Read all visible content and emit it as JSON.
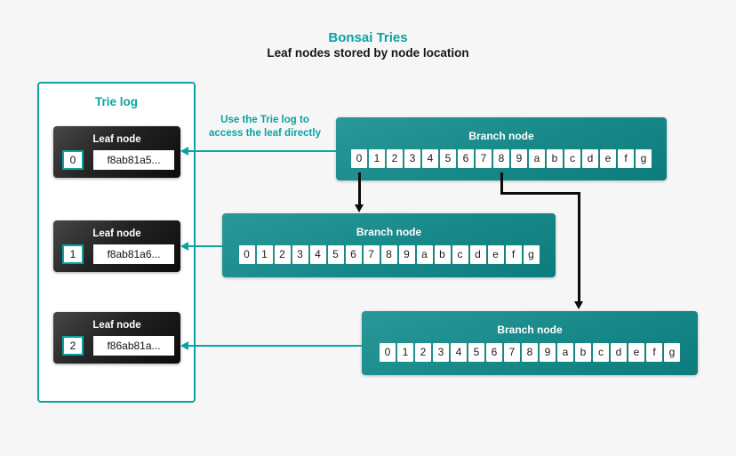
{
  "page": {
    "title": "Bonsai Tries",
    "subtitle": "Leaf nodes stored by node location"
  },
  "colors": {
    "accent_teal": "#0aa3a3",
    "branch_gradient_top": "#2a9898",
    "branch_gradient_bottom": "#0d7c7c",
    "leaf_gradient_top": "#474747",
    "leaf_gradient_bottom": "#0c0c0c",
    "background": "#f6f6f6",
    "arrow_black": "#0b0b0b"
  },
  "trie_log": {
    "title": "Trie log",
    "leaf_nodes": [
      {
        "label": "Leaf node",
        "index": "0",
        "hash": "f8ab81a5..."
      },
      {
        "label": "Leaf node",
        "index": "1",
        "hash": "f8ab81a6..."
      },
      {
        "label": "Leaf node",
        "index": "2",
        "hash": "f86ab81a..."
      }
    ]
  },
  "branch_nodes": [
    {
      "label": "Branch node",
      "cells": [
        "0",
        "1",
        "2",
        "3",
        "4",
        "5",
        "6",
        "7",
        "8",
        "9",
        "a",
        "b",
        "c",
        "d",
        "e",
        "f",
        "g"
      ]
    },
    {
      "label": "Branch node",
      "cells": [
        "0",
        "1",
        "2",
        "3",
        "4",
        "5",
        "6",
        "7",
        "8",
        "9",
        "a",
        "b",
        "c",
        "d",
        "e",
        "f",
        "g"
      ]
    },
    {
      "label": "Branch node",
      "cells": [
        "0",
        "1",
        "2",
        "3",
        "4",
        "5",
        "6",
        "7",
        "8",
        "9",
        "a",
        "b",
        "c",
        "d",
        "e",
        "f",
        "g"
      ]
    }
  ],
  "annotation": {
    "line1": "Use the Trie log to",
    "line2": "access the leaf directly"
  }
}
